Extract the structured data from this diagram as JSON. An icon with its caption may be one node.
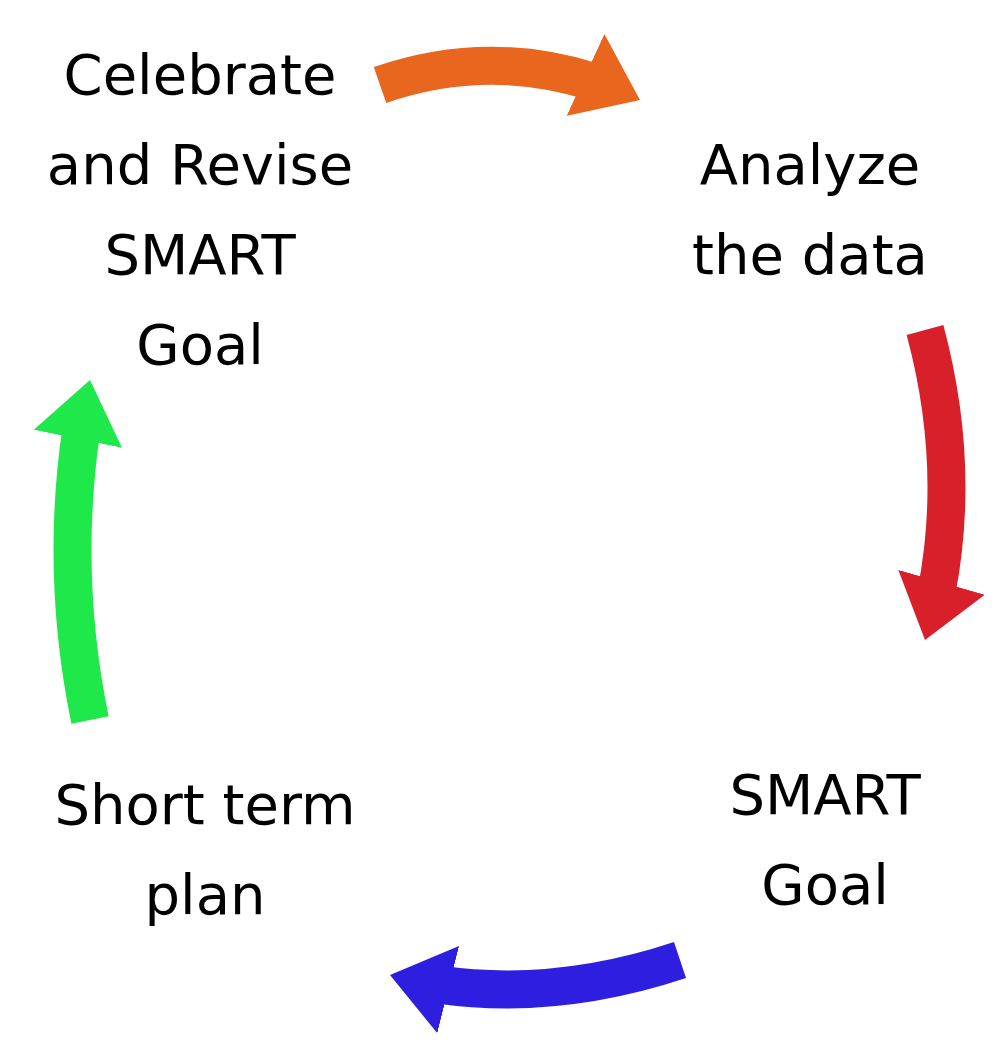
{
  "diagram": {
    "nodes": [
      {
        "text": [
          "Celebrate and Revise SMART Goal"
        ]
      },
      {
        "text": [
          "Analyze the data"
        ]
      },
      {
        "text": [
          "SMART Goal"
        ]
      },
      {
        "text": [
          "Short term plan"
        ]
      }
    ],
    "edges": [
      {
        "from": 0,
        "to": 1,
        "arrow": "to",
        "color": "#e8661e"
      },
      {
        "from": 1,
        "to": 2,
        "arrow": "to",
        "color": "#d8202a"
      },
      {
        "from": 2,
        "to": 3,
        "arrow": "to",
        "color": "#2e1fe0"
      },
      {
        "from": 3,
        "to": 0,
        "arrow": "to",
        "color": "#1ee84a"
      }
    ]
  }
}
